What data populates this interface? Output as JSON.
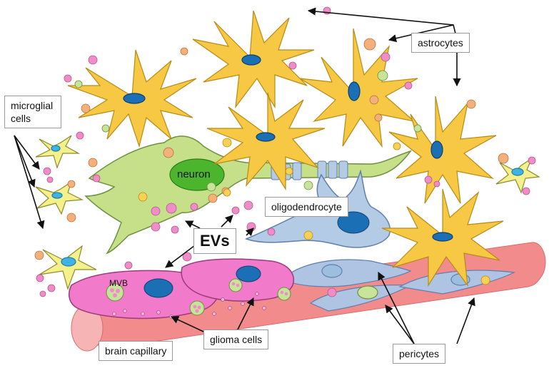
{
  "labels": {
    "astrocytes": "astrocytes",
    "microglial": "microglial\ncells",
    "neuron": "neuron",
    "oligodendrocyte": "oligodendrocyte",
    "evs": "EVs",
    "mvb": "MVB",
    "brain_capillary": "brain capillary",
    "glioma_cells": "glioma cells",
    "pericytes": "pericytes"
  },
  "colors": {
    "astrocyte_fill": "#F7C843",
    "astrocyte_stroke": "#B88A17",
    "nucleus": "#1B6FB5",
    "neuron_fill": "#C6E08A",
    "neuron_nucleus": "#4CB52E",
    "oligo_fill": "#B4CBE6",
    "microglia_fill": "#F4F08C",
    "microglia_nucleus": "#3FB3E3",
    "capillary": "#F28B8B",
    "glioma": "#F27ACB",
    "pericyte": "#AFC4E2",
    "ev_pink": "#F08CC8",
    "ev_orange": "#F4B07A",
    "ev_green": "#C8E39A",
    "ev_yellow": "#F7D154"
  }
}
